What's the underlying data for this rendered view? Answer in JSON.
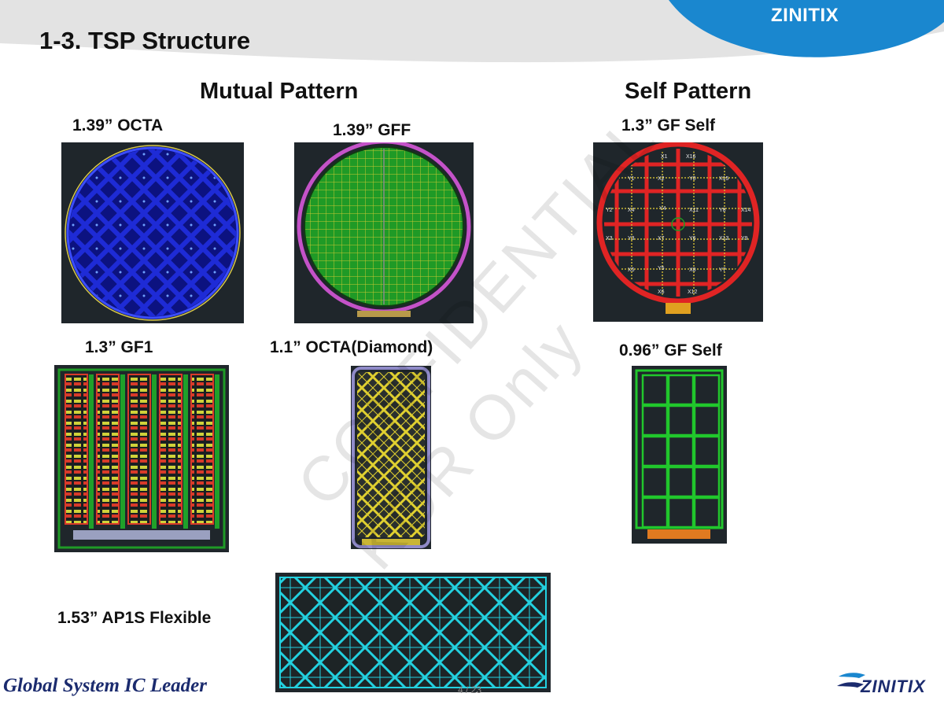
{
  "header": {
    "brand": "ZINITIX",
    "title": "1-3. TSP Structure",
    "accent": "#1a87cf"
  },
  "sections": {
    "mutual": "Mutual Pattern",
    "self": "Self Pattern"
  },
  "panels": [
    {
      "label": "1.39” OCTA",
      "pattern": "mutual-circle-diamond"
    },
    {
      "label": "1.39” GFF",
      "pattern": "mutual-circle-grid"
    },
    {
      "label": "1.3” GF Self",
      "pattern": "self-circle",
      "channels": [
        "X1",
        "X16",
        "Y1",
        "X2",
        "Y0",
        "X15",
        "Y2",
        "X4",
        "Y4",
        "X11",
        "Y8",
        "X14",
        "X3",
        "Y3",
        "X7",
        "Y6",
        "X13",
        "Y9",
        "X5",
        "Y5",
        "X8",
        "Y7",
        "X6",
        "X12"
      ]
    },
    {
      "label": "1.3” GF1",
      "pattern": "mutual-square"
    },
    {
      "label": "1.1” OCTA(Diamond)",
      "pattern": "mutual-rect-diamond"
    },
    {
      "label": "0.96” GF Self",
      "pattern": "self-rect-grid"
    },
    {
      "label": "1.53” AP1S Flexible",
      "pattern": "mutual-wide-diamond"
    }
  ],
  "watermark": {
    "line1": "CONFIDENTIAL",
    "line2": "KOR Only"
  },
  "footer": {
    "tagline": "Global  System  IC  Leader",
    "logo_text": "ZINITIX",
    "page": "4 / 23"
  }
}
